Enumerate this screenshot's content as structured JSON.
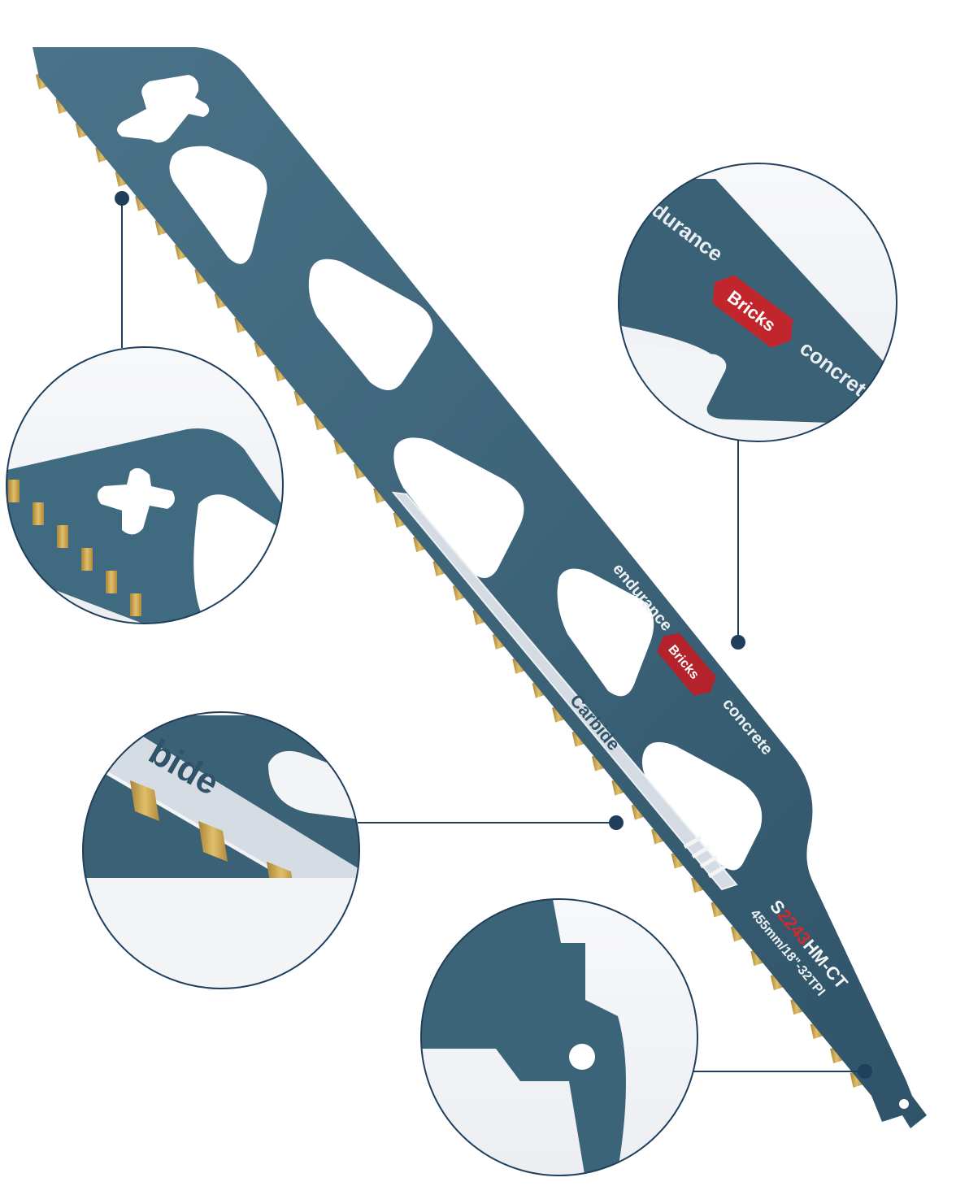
{
  "product": {
    "type": "carbide reciprocating saw blade",
    "labels": {
      "endurance": "endurance",
      "bricks": "Bricks",
      "concrete": "concrete",
      "carbide": "Carbide",
      "model_prefix": "S",
      "model_number": "2243",
      "model_suffix": "HM-CT",
      "spec": "455mm/18\"-32TPI"
    }
  },
  "callouts": {
    "tip_zoom": {
      "subject": "blade tip with hanging hole"
    },
    "label_zoom": {
      "subject": "printed label detail",
      "text_endurance": "durance",
      "text_bricks": "Bricks",
      "text_concrete": "concret"
    },
    "teeth_zoom": {
      "subject": "carbide teeth detail",
      "text_carbide": "bide"
    },
    "shank_zoom": {
      "subject": "universal shank with hole"
    }
  },
  "colors": {
    "blade_blue": "#3d6479",
    "blade_dark": "#2c4d60",
    "tooth_gold": "#c9a24a",
    "stripe_silver": "#d8dde3",
    "label_red": "#b4232b",
    "model_red": "#d22b2b",
    "callout_line": "#1f3f5c",
    "background": "#ffffff"
  }
}
